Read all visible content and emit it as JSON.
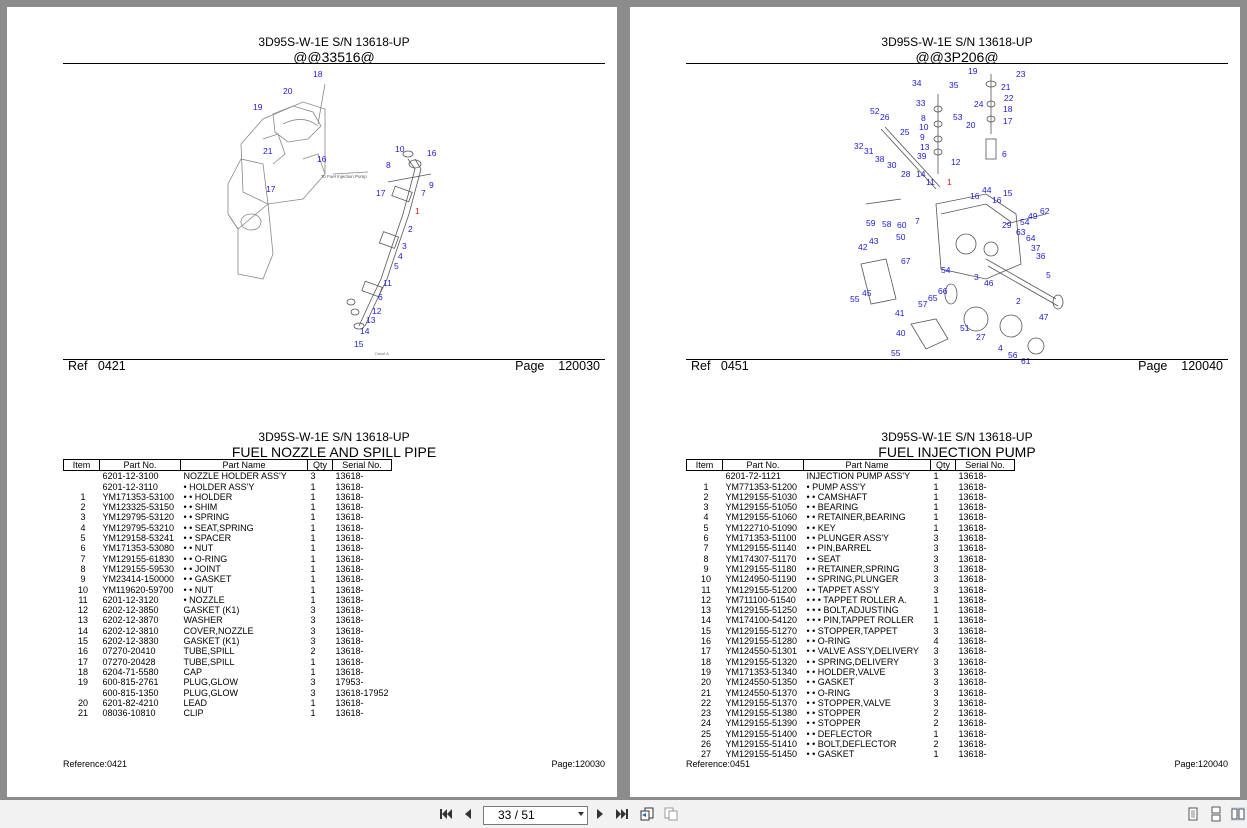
{
  "left": {
    "model": "3D95S-W-1E S/N 13618-UP",
    "code": "@@33516@",
    "ref_label": "Ref",
    "ref_value": "0421",
    "page_label": "Page",
    "page_value": "120030",
    "table_model": "3D95S-W-1E S/N 13618-UP",
    "table_title": "FUEL NOZZLE AND SPILL PIPE",
    "headers": [
      "Item",
      "Part No.",
      "Part Name",
      "Qty",
      "Serial No."
    ],
    "rows": [
      [
        "",
        "6201-12-3100",
        "NOZZLE HOLDER ASS'Y",
        "3",
        "13618-"
      ],
      [
        "",
        "6201-12-3110",
        "• HOLDER ASS'Y",
        "1",
        "13618-"
      ],
      [
        "1",
        "YM171353-53100",
        "• • HOLDER",
        "1",
        "13618-"
      ],
      [
        "2",
        "YM123325-53150",
        "• • SHIM",
        "1",
        "13618-"
      ],
      [
        "3",
        "YM129795-53120",
        "• • SPRING",
        "1",
        "13618-"
      ],
      [
        "4",
        "YM129795-53210",
        "• • SEAT,SPRING",
        "1",
        "13618-"
      ],
      [
        "5",
        "YM129158-53241",
        "• • SPACER",
        "1",
        "13618-"
      ],
      [
        "6",
        "YM171353-53080",
        "• • NUT",
        "1",
        "13618-"
      ],
      [
        "7",
        "YM129155-61830",
        "• • O-RING",
        "1",
        "13618-"
      ],
      [
        "8",
        "YM129155-59530",
        "• • JOINT",
        "1",
        "13618-"
      ],
      [
        "9",
        "YM23414-150000",
        "• • GASKET",
        "1",
        "13618-"
      ],
      [
        "10",
        "YM119620-59700",
        "• • NUT",
        "1",
        "13618-"
      ],
      [
        "11",
        "6201-12-3120",
        "• NOZZLE",
        "1",
        "13618-"
      ],
      [
        "12",
        "6202-12-3850",
        "GASKET (K1)",
        "3",
        "13618-"
      ],
      [
        "13",
        "6202-12-3870",
        "WASHER",
        "3",
        "13618-"
      ],
      [
        "14",
        "6202-12-3810",
        "COVER,NOZZLE",
        "3",
        "13618-"
      ],
      [
        "15",
        "6202-12-3830",
        "GASKET (K1)",
        "3",
        "13618-"
      ],
      [
        "16",
        "07270-20410",
        "TUBE,SPILL",
        "2",
        "13618-"
      ],
      [
        "17",
        "07270-20428",
        "TUBE,SPILL",
        "1",
        "13618-"
      ],
      [
        "18",
        "6204-71-5580",
        "CAP",
        "1",
        "13618-"
      ],
      [
        "19",
        "600-815-2761",
        "PLUG,GLOW",
        "3",
        "17953-"
      ],
      [
        "",
        "600-815-1350",
        "PLUG,GLOW",
        "3",
        "13618-17952"
      ],
      [
        "20",
        "6201-82-4210",
        "LEAD",
        "1",
        "13618-"
      ],
      [
        "21",
        "08036-10810",
        "CLIP",
        "1",
        "13618-"
      ]
    ],
    "footer_ref": "Reference:0421",
    "footer_page": "Page:120030",
    "diagram_labels": [
      "18",
      "20",
      "19",
      "21",
      "16",
      "17",
      "10",
      "16",
      "8",
      "9",
      "17",
      "7",
      "1",
      "2",
      "3",
      "4",
      "5",
      "11",
      "6",
      "12",
      "13",
      "14",
      "15"
    ],
    "diagram_note": "To Fuel Injection Pump"
  },
  "right": {
    "model": "3D95S-W-1E S/N 13618-UP",
    "code": "@@3P206@",
    "ref_label": "Ref",
    "ref_value": "0451",
    "page_label": "Page",
    "page_value": "120040",
    "table_model": "3D95S-W-1E S/N 13618-UP",
    "table_title": "FUEL INJECTION PUMP",
    "headers": [
      "Item",
      "Part No.",
      "Part Name",
      "Qty",
      "Serial No."
    ],
    "rows": [
      [
        "",
        "6201-72-1121",
        "INJECTION PUMP ASS'Y",
        "1",
        "13618-"
      ],
      [
        "1",
        "YM771353-51200",
        "• PUMP ASS'Y",
        "1",
        "13618-"
      ],
      [
        "2",
        "YM129155-51030",
        "• • CAMSHAFT",
        "1",
        "13618-"
      ],
      [
        "3",
        "YM129155-51050",
        "• • BEARING",
        "1",
        "13618-"
      ],
      [
        "4",
        "YM129155-51060",
        "• • RETAINER,BEARING",
        "1",
        "13618-"
      ],
      [
        "5",
        "YM122710-51090",
        "• • KEY",
        "1",
        "13618-"
      ],
      [
        "6",
        "YM171353-51100",
        "• • PLUNGER ASS'Y",
        "3",
        "13618-"
      ],
      [
        "7",
        "YM129155-51140",
        "• • PIN,BARREL",
        "3",
        "13618-"
      ],
      [
        "8",
        "YM174307-51170",
        "• • SEAT",
        "3",
        "13618-"
      ],
      [
        "9",
        "YM129155-51180",
        "• • RETAINER,SPRING",
        "3",
        "13618-"
      ],
      [
        "10",
        "YM124950-51190",
        "• • SPRING,PLUNGER",
        "3",
        "13618-"
      ],
      [
        "11",
        "YM129155-51200",
        "• • TAPPET ASS'Y",
        "3",
        "13618-"
      ],
      [
        "12",
        "YM711100-51540",
        "• • • TAPPET ROLLER A.",
        "1",
        "13618-"
      ],
      [
        "13",
        "YM129155-51250",
        "• • • BOLT,ADJUSTING",
        "1",
        "13618-"
      ],
      [
        "14",
        "YM174100-54120",
        "• • • PIN,TAPPET ROLLER",
        "1",
        "13618-"
      ],
      [
        "15",
        "YM129155-51270",
        "• • STOPPER,TAPPET",
        "3",
        "13618-"
      ],
      [
        "16",
        "YM129155-51280",
        "• • O-RING",
        "4",
        "13618-"
      ],
      [
        "17",
        "YM124550-51301",
        "• • VALVE ASS'Y,DELIVERY",
        "3",
        "13618-"
      ],
      [
        "18",
        "YM129155-51320",
        "• • SPRING,DELIVERY",
        "3",
        "13618-"
      ],
      [
        "19",
        "YM171353-51340",
        "• • HOLDER,VALVE",
        "3",
        "13618-"
      ],
      [
        "20",
        "YM124550-51350",
        "• • GASKET",
        "3",
        "13618-"
      ],
      [
        "21",
        "YM124550-51370",
        "• • O-RING",
        "3",
        "13618-"
      ],
      [
        "22",
        "YM129155-51370",
        "• • STOPPER,VALVE",
        "3",
        "13618-"
      ],
      [
        "23",
        "YM129155-51380",
        "• • STOPPER",
        "2",
        "13618-"
      ],
      [
        "24",
        "YM129155-51390",
        "• • STOPPER",
        "2",
        "13618-"
      ],
      [
        "25",
        "YM129155-51400",
        "• • DEFLECTOR",
        "1",
        "13618-"
      ],
      [
        "26",
        "YM129155-51410",
        "• • BOLT,DEFLECTOR",
        "2",
        "13618-"
      ],
      [
        "27",
        "YM129155-51450",
        "• • GASKET",
        "1",
        "13618-"
      ]
    ],
    "footer_ref": "Reference:0451",
    "footer_page": "Page:120040",
    "diagram_labels": [
      "19",
      "23",
      "34",
      "35",
      "21",
      "22",
      "33",
      "24",
      "18",
      "52",
      "26",
      "8",
      "53",
      "17",
      "10",
      "20",
      "25",
      "9",
      "13",
      "32",
      "31",
      "38",
      "39",
      "6",
      "30",
      "14",
      "12",
      "28",
      "11",
      "1",
      "16",
      "44",
      "15",
      "59",
      "58",
      "60",
      "7",
      "49",
      "62",
      "29",
      "54",
      "63",
      "50",
      "64",
      "43",
      "37",
      "36",
      "42",
      "67",
      "54",
      "3",
      "46",
      "5",
      "45",
      "66",
      "65",
      "2",
      "55",
      "57",
      "47",
      "41",
      "51",
      "27",
      "40",
      "4",
      "56",
      "55",
      "61"
    ]
  },
  "toolbar": {
    "page_indicator": "33 / 51",
    "icons": [
      "first-page-icon",
      "prev-page-icon",
      "next-page-icon",
      "last-page-icon",
      "go-back-icon",
      "go-forward-icon",
      "single-page-view-icon",
      "continuous-view-icon",
      "facing-view-icon"
    ]
  },
  "colors": {
    "callout_blue": "#1a1ad6",
    "callout_red": "#d61a1a",
    "background": "#8c8c8c",
    "toolbar": "#f2f2f2"
  }
}
